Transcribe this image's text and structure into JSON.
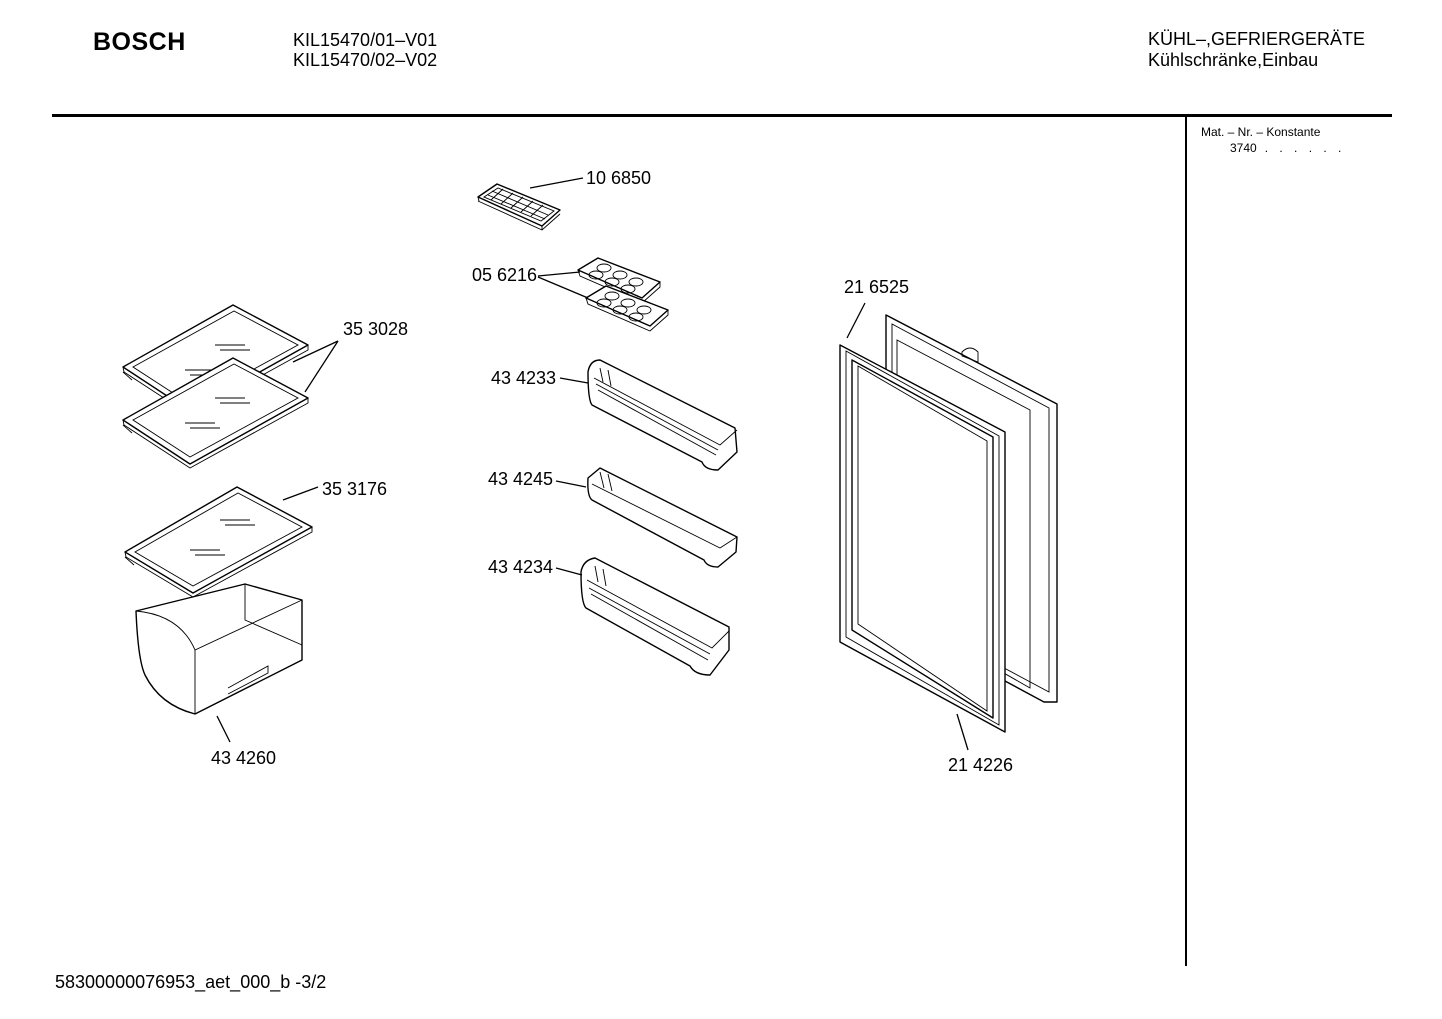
{
  "header": {
    "brand": "BOSCH",
    "models": [
      "KIL15470/01–V01",
      "KIL15470/02–V02"
    ],
    "category": "KÜHL–,GEFRIERGERÄTE",
    "subcategory": "Kühlschränke,Einbau"
  },
  "sidebar": {
    "mat_heading": "Mat. – Nr. – Konstante",
    "mat_number": "3740",
    "mat_dots": ". .  . . . ."
  },
  "parts": [
    {
      "id": "ice-tray",
      "label": "10 6850"
    },
    {
      "id": "egg-trays",
      "label": "05 6216"
    },
    {
      "id": "glass-shelves",
      "label": "35 3028"
    },
    {
      "id": "door-rack-upper",
      "label": "43 4233"
    },
    {
      "id": "glass-shelf-lower",
      "label": "35 3176"
    },
    {
      "id": "door-rack-middle",
      "label": "43 4245"
    },
    {
      "id": "door-rack-lower",
      "label": "43 4234"
    },
    {
      "id": "door-panel",
      "label": "21 6525"
    },
    {
      "id": "vegetable-drawer",
      "label": "43 4260"
    },
    {
      "id": "door-gasket",
      "label": "21 4226"
    }
  ],
  "footer": {
    "code": "58300000076953_aet_000_b -3/2"
  }
}
